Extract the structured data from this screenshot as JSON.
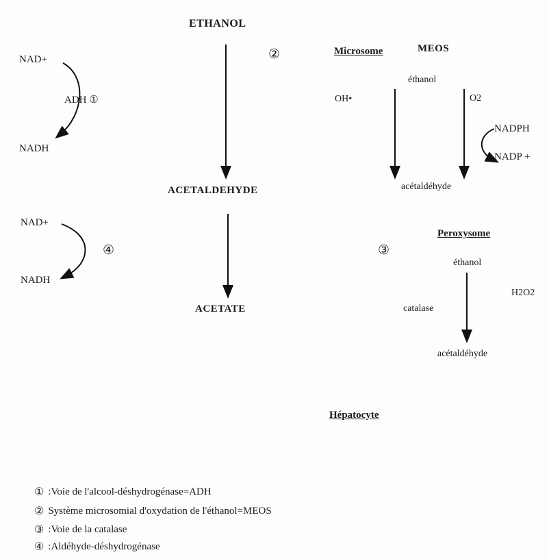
{
  "main": {
    "ethanol": "ETHANOL",
    "acetaldehyde": "ACETALDEHYDE",
    "acetate": "ACETATE",
    "pathway2_marker": "②"
  },
  "adh_cycle": {
    "nad_plus": "NAD+",
    "adh_label": "ADH ①",
    "nadh": "NADH"
  },
  "aldh_cycle": {
    "nad_plus": "NAD+",
    "nadh": "NADH",
    "marker": "④"
  },
  "microsome": {
    "title": "Microsome",
    "meos": "MEOS",
    "ethanol": "éthanol",
    "oh": "OH•",
    "o2": "O2",
    "nadph": "NADPH",
    "nadp": "NADP +",
    "acetaldehyde": "acétaldéhyde"
  },
  "peroxysome": {
    "marker": "③",
    "title": "Peroxysome",
    "ethanol": "éthanol",
    "h2o2": "H2O2",
    "catalase": "catalase",
    "acetaldehyde": "acétaldéhyde"
  },
  "hepatocyte": "Hépatocyte",
  "legend": [
    {
      "num": "①",
      "text": ":Voie de l'alcool-déshydrogénase=ADH"
    },
    {
      "num": "②",
      "text": "Système microsomial d'oxydation de l'éthanol=MEOS"
    },
    {
      "num": "③",
      "text": ":Voie de la catalase"
    },
    {
      "num": "④",
      "text": ":Aldéhyde-déshydrogénase"
    }
  ]
}
